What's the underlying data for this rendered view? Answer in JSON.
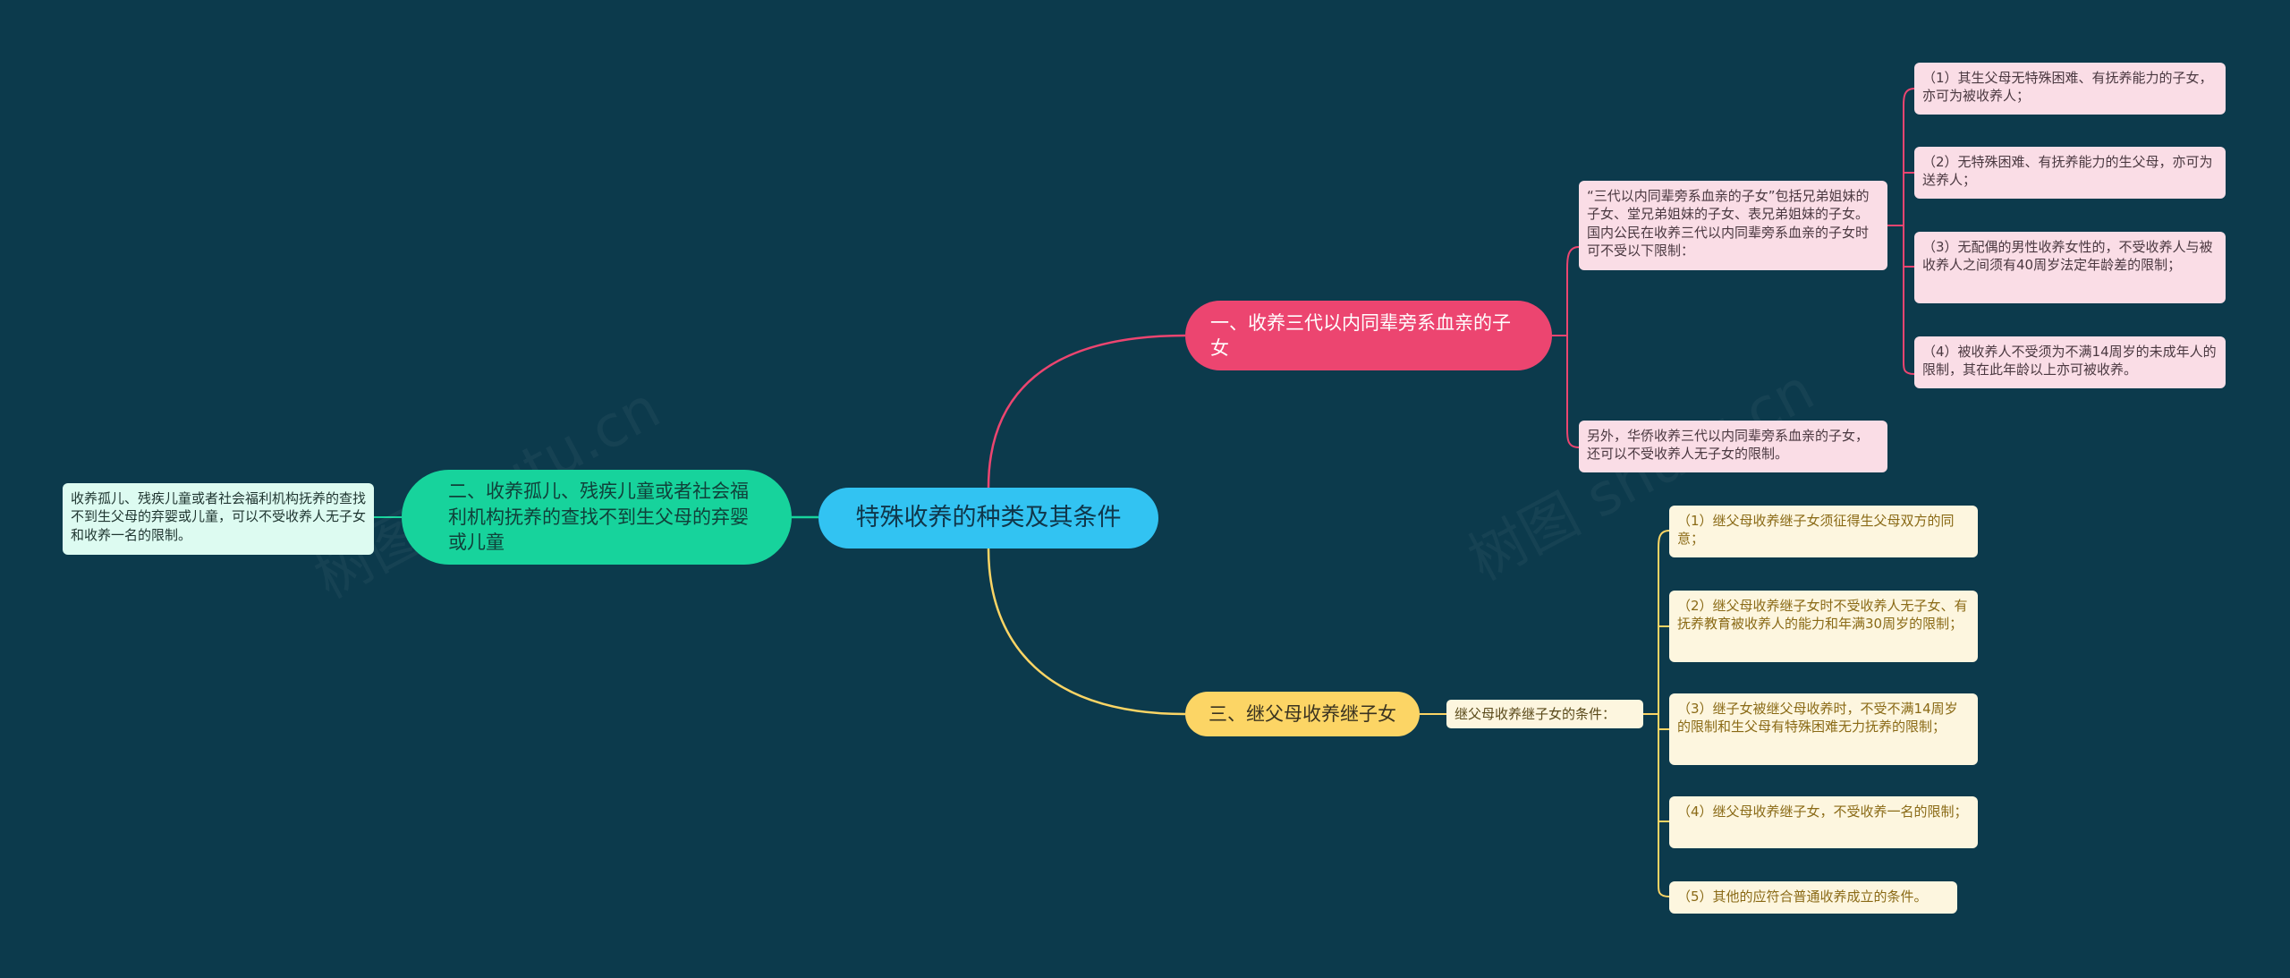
{
  "root": {
    "label": "特殊收养的种类及其条件"
  },
  "branches": {
    "b1": {
      "label": "一、收养三代以内同辈旁系血亲的子女",
      "children": {
        "c1": {
          "text": "“三代以内同辈旁系血亲的子女”包括兄弟姐妹的子女、堂兄弟姐妹的子女、表兄弟姐妹的子女。国内公民在收养三代以内同辈旁系血亲的子女时可不受以下限制：",
          "items": [
            "（1）其生父母无特殊困难、有抚养能力的子女，亦可为被收养人；",
            "（2）无特殊困难、有抚养能力的生父母，亦可为送养人；",
            "（3）无配偶的男性收养女性的，不受收养人与被收养人之间须有40周岁法定年龄差的限制；",
            "（4）被收养人不受须为不满14周岁的未成年人的限制，其在此年龄以上亦可被收养。"
          ]
        },
        "c2": {
          "text": "另外，华侨收养三代以内同辈旁系血亲的子女，还可以不受收养人无子女的限制。"
        }
      }
    },
    "b2": {
      "label": "二、收养孤儿、残疾儿童或者社会福利机构抚养的查找不到生父母的弃婴或儿童",
      "child": "收养孤儿、残疾儿童或者社会福利机构抚养的查找不到生父母的弃婴或儿童，可以不受收养人无子女和收养一名的限制。"
    },
    "b3": {
      "label": "三、继父母收养继子女",
      "mid": "继父母收养继子女的条件：",
      "items": [
        "（1）继父母收养继子女须征得生父母双方的同意；",
        "（2）继父母收养继子女时不受收养人无子女、有抚养教育被收养人的能力和年满30周岁的限制；",
        "（3）继子女被继父母收养时，不受不满14周岁的限制和生父母有特殊困难无力抚养的限制；",
        "（4）继父母收养继子女，不受收养一名的限制；",
        "（5）其他的应符合普通收养成立的条件。"
      ]
    }
  },
  "colors": {
    "background": "#0c3a4c",
    "root": "#32c3f2",
    "branch1": "#ec4570",
    "branch2": "#17d39c",
    "branch3": "#fcd565"
  }
}
